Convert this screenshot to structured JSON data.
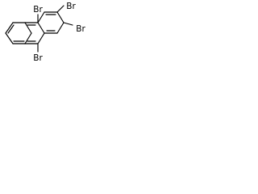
{
  "molecule": {
    "atom_labels": {
      "br_top_center": "Br",
      "br_top_right": "Br",
      "br_right": "Br",
      "br_bottom_center": "Br"
    },
    "colors": {
      "bond": "#000000",
      "text": "#000000",
      "background": "#ffffff"
    }
  }
}
